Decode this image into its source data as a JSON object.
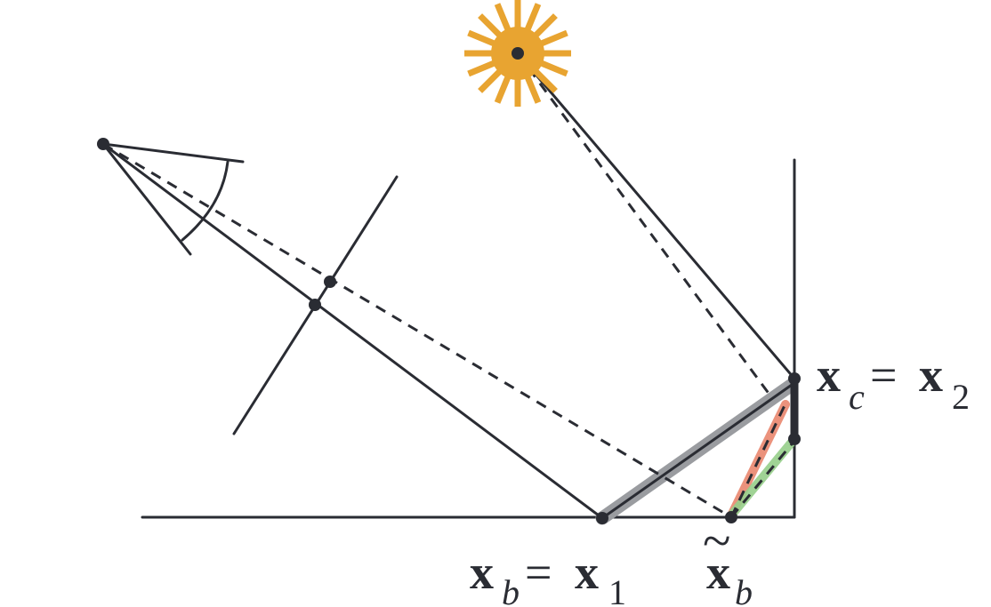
{
  "colors": {
    "ink": "#2a2c33",
    "sun": "#e8a431",
    "surface_highlight": "#9a9ca0",
    "red_path": "#e9876e",
    "green_path": "#96cf8a"
  },
  "icons": {
    "sun": "sun-icon",
    "camera": "camera-icon"
  },
  "labels": {
    "xc_eq_x2": {
      "x": "x",
      "c": "c",
      "eq": "=",
      "x2": "x",
      "two": "2"
    },
    "xb_eq_x1": {
      "x": "x",
      "b": "b",
      "eq": "=",
      "x1": "x",
      "one": "1"
    },
    "xb_tilde": {
      "tilde": "~",
      "x": "x",
      "b": "b"
    }
  }
}
